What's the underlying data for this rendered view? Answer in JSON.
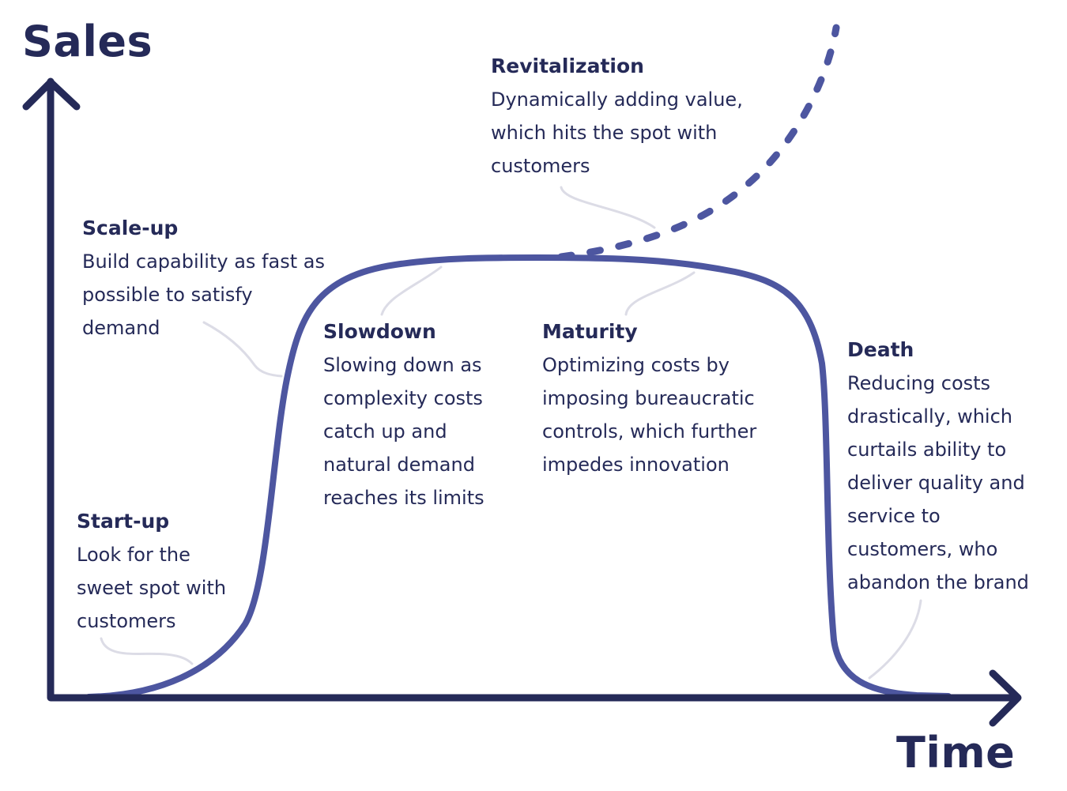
{
  "colors": {
    "text": "#252a58",
    "axis": "#252a58",
    "curve": "#4d56a0",
    "leader": "#dcdce6",
    "background": "#ffffff"
  },
  "axes": {
    "y_label": "Sales",
    "x_label": "Time"
  },
  "stages": {
    "startup": {
      "title": "Start-up",
      "lines": [
        "Look for the",
        "sweet spot with",
        "customers"
      ]
    },
    "scaleup": {
      "title": "Scale-up",
      "lines": [
        "Build capability as fast as",
        "possible to satisfy",
        "demand"
      ]
    },
    "slowdown": {
      "title": "Slowdown",
      "lines": [
        "Slowing down as",
        "complexity costs",
        "catch up and",
        "natural demand",
        "reaches its limits"
      ]
    },
    "maturity": {
      "title": "Maturity",
      "lines": [
        "Optimizing costs by",
        "imposing bureaucratic",
        "controls, which further",
        "impedes innovation"
      ]
    },
    "revitalization": {
      "title": "Revitalization",
      "lines": [
        "Dynamically adding value,",
        "which hits the spot with",
        "customers"
      ]
    },
    "death": {
      "title": "Death",
      "lines": [
        "Reducing costs",
        "drastically, which",
        "curtails ability to",
        "deliver quality and",
        "service to",
        "customers, who",
        "abandon the brand"
      ]
    }
  }
}
